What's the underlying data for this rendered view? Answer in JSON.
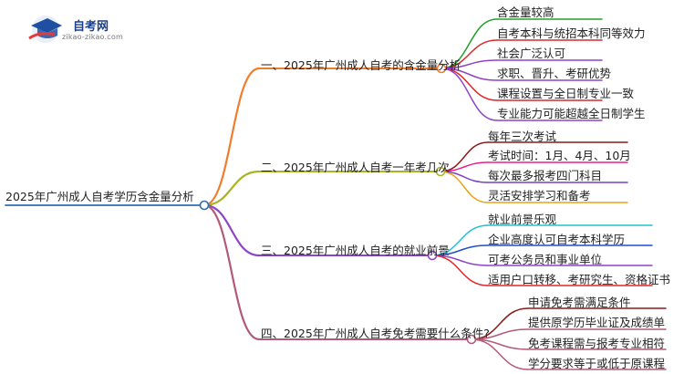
{
  "logo": {
    "name": "自考网",
    "url": "zikao-zikao.com",
    "colors": {
      "cap": "#1e4fa3",
      "accent": "#e23b3b"
    }
  },
  "root": {
    "label": "2025年广州成人自考学历含金量分析",
    "color": "#2e6fb0"
  },
  "branches": [
    {
      "label": "一、2025年广州成人自考的含金量分析",
      "color": "#f07d2c",
      "children": [
        {
          "label": "含金量较高",
          "color": "#22a02c"
        },
        {
          "label": "自考本科与统招本科同等效力",
          "color": "#d42b2b"
        },
        {
          "label": "社会广泛认可",
          "color": "#8e44c9"
        },
        {
          "label": "求职、晋升、考研优势",
          "color": "#8e44c9"
        },
        {
          "label": "课程设置与全日制专业一致",
          "color": "#e0262a"
        },
        {
          "label": "专业能力可能超越全日制学生",
          "color": "#8e44c9"
        }
      ]
    },
    {
      "label": "二、2025年广州成人自考一年考几次",
      "color": "#a7b520",
      "children": [
        {
          "label": "每年三次考试",
          "color": "#8b1a1a"
        },
        {
          "label": "考试时间：1月、4月、10月",
          "color": "#e91e8c"
        },
        {
          "label": "每次最多报考四门科目",
          "color": "#7b3fc4"
        },
        {
          "label": "灵活安排学习和备考",
          "color": "#e8a317"
        }
      ]
    },
    {
      "label": "三、2025年广州成人自考的就业前景",
      "color": "#8e44c9",
      "children": [
        {
          "label": "就业前景乐观",
          "color": "#1ec2d3"
        },
        {
          "label": "企业高度认可自考本科学历",
          "color": "#1e4fd3"
        },
        {
          "label": "可考公务员和事业单位",
          "color": "#8e44c9"
        },
        {
          "label": "适用户口转移、考研究生、资格证书",
          "color": "#e0262a"
        }
      ]
    },
    {
      "label": "四、2025年广州成人自考免考需要什么条件?",
      "color": "#b35a7a",
      "children": [
        {
          "label": "申请免考需满足条件",
          "color": "#8b1a1a"
        },
        {
          "label": "提供原学历毕业证及成绩单",
          "color": "#b35a7a"
        },
        {
          "label": "免考课程需与报考专业相符",
          "color": "#b35a7a"
        },
        {
          "label": "学分要求等于或低于原课程",
          "color": "#b35a7a"
        }
      ]
    }
  ]
}
